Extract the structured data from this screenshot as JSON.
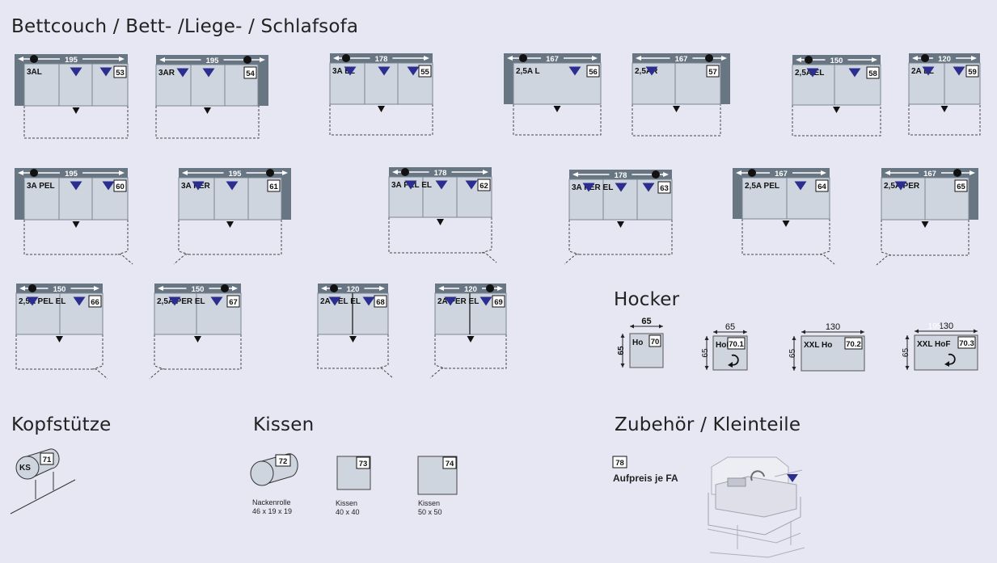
{
  "sections": {
    "bettcouch": "Bettcouch / Bett- /Liege- / Schlafsofa",
    "hocker": "Hocker",
    "kopfstuetze": "Kopfstütze",
    "kissen": "Kissen",
    "zubehoer": "Zubehör / Kleinteile"
  },
  "sofas": [
    {
      "code": "3AL",
      "num": "53",
      "width": "195"
    },
    {
      "code": "3AR",
      "num": "54",
      "width": "195"
    },
    {
      "code": "3A EL",
      "num": "55",
      "width": "178"
    },
    {
      "code": "2,5A L",
      "num": "56",
      "width": "167"
    },
    {
      "code": "2,5AR",
      "num": "57",
      "width": "167"
    },
    {
      "code": "2,5A EL",
      "num": "58",
      "width": "150"
    },
    {
      "code": "2A EL",
      "num": "59",
      "width": "120"
    },
    {
      "code": "3A PEL",
      "num": "60",
      "width": "195"
    },
    {
      "code": "3A PER",
      "num": "61",
      "width": "195"
    },
    {
      "code": "3A PEL EL",
      "num": "62",
      "width": "178"
    },
    {
      "code": "3A PER EL",
      "num": "63",
      "width": "178"
    },
    {
      "code": "2,5A PEL",
      "num": "64",
      "width": "167"
    },
    {
      "code": "2,5A PER",
      "num": "65",
      "width": "167"
    },
    {
      "code": "2,5A PEL EL",
      "num": "66",
      "width": "150"
    },
    {
      "code": "2,5A PER EL",
      "num": "67",
      "width": "150"
    },
    {
      "code": "2A PEL EL",
      "num": "68",
      "width": "120"
    },
    {
      "code": "2A PER EL",
      "num": "69",
      "width": "120"
    }
  ],
  "hocker": [
    {
      "code": "Ho",
      "num": "70",
      "width": "65",
      "depth": "65"
    },
    {
      "code": "HoF",
      "num": "70.1",
      "width": "65",
      "depth": "65"
    },
    {
      "code": "XXL Ho",
      "num": "70.2",
      "width": "130",
      "depth": "65"
    },
    {
      "code": "XXL HoF",
      "num": "70.3",
      "width": "130",
      "depth": "65",
      "ghost": "195"
    }
  ],
  "kopfstuetze": {
    "code": "KS",
    "num": "71"
  },
  "kissen": [
    {
      "num": "72",
      "name": "Nackenrolle",
      "size": "46 x 19 x 19"
    },
    {
      "num": "73",
      "name": "Kissen",
      "size": "40 x 40"
    },
    {
      "num": "74",
      "name": "Kissen",
      "size": "50 x 50"
    }
  ],
  "zubehoer": {
    "num": "78",
    "label": "Aufpreis je FA"
  },
  "colors": {
    "background": "#e7e7f4",
    "seat": "#cfd5de",
    "arm": "#687583",
    "marker": "#2b2e8e"
  }
}
